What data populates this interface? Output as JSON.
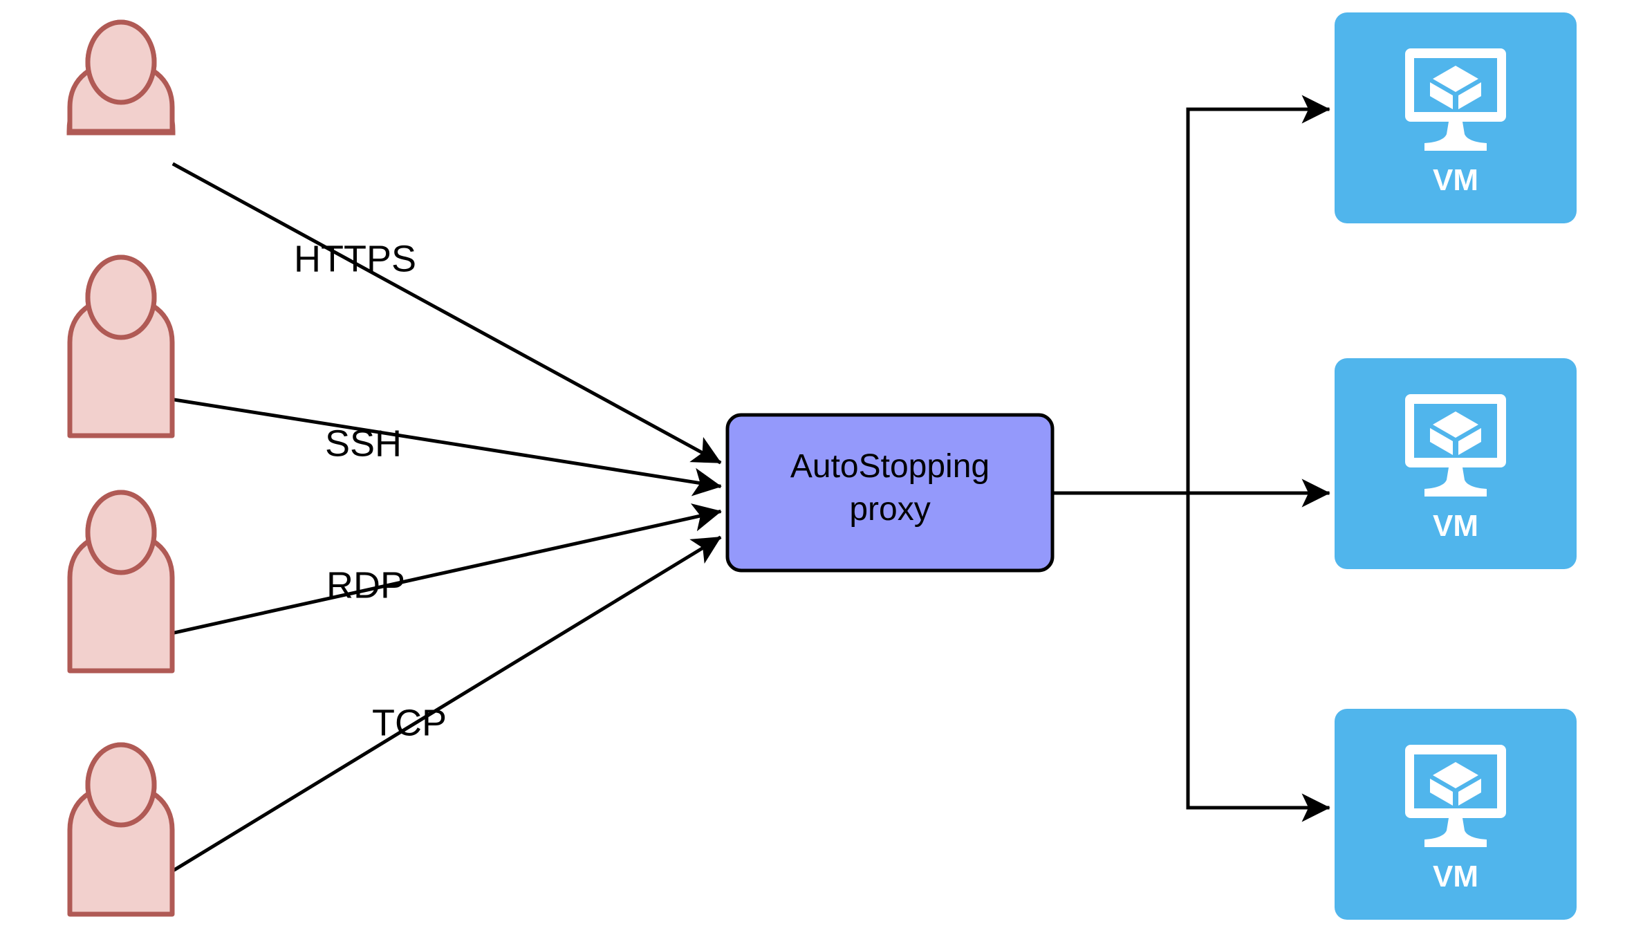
{
  "diagram": {
    "title": "AutoStopping proxy connectivity diagram",
    "background_color": "#ffffff",
    "actors": [
      {
        "id": "actor-1",
        "name": "user-actor",
        "protocol_label": "HTTPS"
      },
      {
        "id": "actor-2",
        "name": "user-actor",
        "protocol_label": "SSH"
      },
      {
        "id": "actor-3",
        "name": "user-actor",
        "protocol_label": "RDP"
      },
      {
        "id": "actor-4",
        "name": "user-actor",
        "protocol_label": "TCP"
      }
    ],
    "proxy": {
      "label_line1": "AutoStopping",
      "label_line2": "proxy",
      "fill_color": "#9499fb",
      "stroke_color": "#000000"
    },
    "targets": [
      {
        "id": "vm-1",
        "label": "VM",
        "icon": "virtual-machine-monitor-icon",
        "fill_color": "#50b5ec"
      },
      {
        "id": "vm-2",
        "label": "VM",
        "icon": "virtual-machine-monitor-icon",
        "fill_color": "#50b5ec"
      },
      {
        "id": "vm-3",
        "label": "VM",
        "icon": "virtual-machine-monitor-icon",
        "fill_color": "#50b5ec"
      }
    ],
    "colors": {
      "actor_fill": "#f2d0cd",
      "actor_stroke": "#b05a55",
      "proxy_fill": "#9499fb",
      "vm_fill": "#50b5ec",
      "edge": "#000000",
      "icon": "#ffffff"
    }
  }
}
